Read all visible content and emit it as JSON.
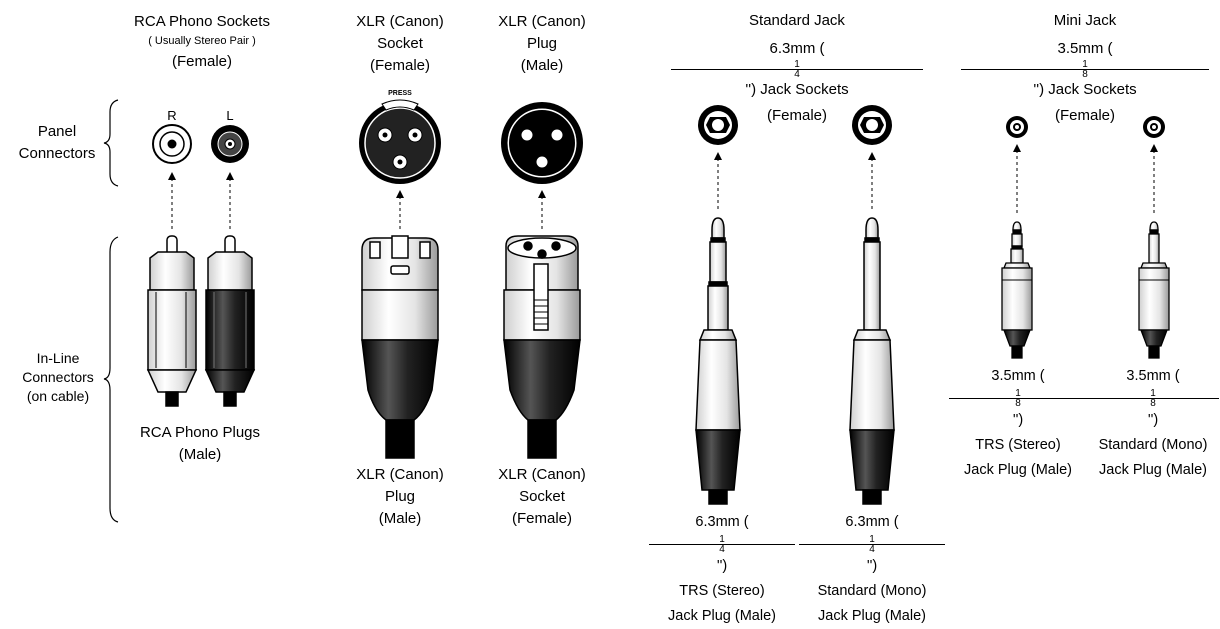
{
  "rca": {
    "title": "RCA Phono Sockets",
    "subtitle": "( Usually Stereo Pair )",
    "gender": "(Female)",
    "right": "R",
    "left": "L",
    "plug_title": "RCA Phono Plugs",
    "plug_gender": "(Male)"
  },
  "side": {
    "panel_1": "Panel",
    "panel_2": "Connectors",
    "inline_1": "In-Line",
    "inline_2": "Connectors",
    "inline_3": "(on cable)"
  },
  "xlr_socket": {
    "line1": "XLR (Canon)",
    "line2": "Socket",
    "line3": "(Female)",
    "press": "PRESS",
    "mate_line1": "XLR (Canon)",
    "mate_line2": "Plug",
    "mate_line3": "(Male)"
  },
  "xlr_plug": {
    "line1": "XLR (Canon)",
    "line2": "Plug",
    "line3": "(Male)",
    "mate_line1": "XLR (Canon)",
    "mate_line2": "Socket",
    "mate_line3": "(Female)"
  },
  "std_jack": {
    "title": "Standard Jack",
    "size_prefix": "6.3mm (",
    "num": "1",
    "den": "4",
    "size_suffix": "'') Jack Sockets",
    "gender": "(Female)",
    "trs_size": "6.3mm (",
    "trs_suffix": "'')",
    "trs_type": "TRS (Stereo)",
    "trs_plug": "Jack Plug (Male)",
    "mono_size": "6.3mm (",
    "mono_suffix": "'')",
    "mono_type": "Standard (Mono)",
    "mono_plug": "Jack Plug (Male)"
  },
  "mini_jack": {
    "title": "Mini Jack",
    "size_prefix": "3.5mm (",
    "num": "1",
    "den": "8",
    "size_suffix": "'') Jack Sockets",
    "gender": "(Female)",
    "trs_size": "3.5mm (",
    "trs_suffix": "'')",
    "trs_type": "TRS (Stereo)",
    "trs_plug": "Jack Plug (Male)",
    "mono_size": "3.5mm (",
    "mono_suffix": "'')",
    "mono_type": "Standard (Mono)",
    "mono_plug": "Jack Plug (Male)"
  }
}
